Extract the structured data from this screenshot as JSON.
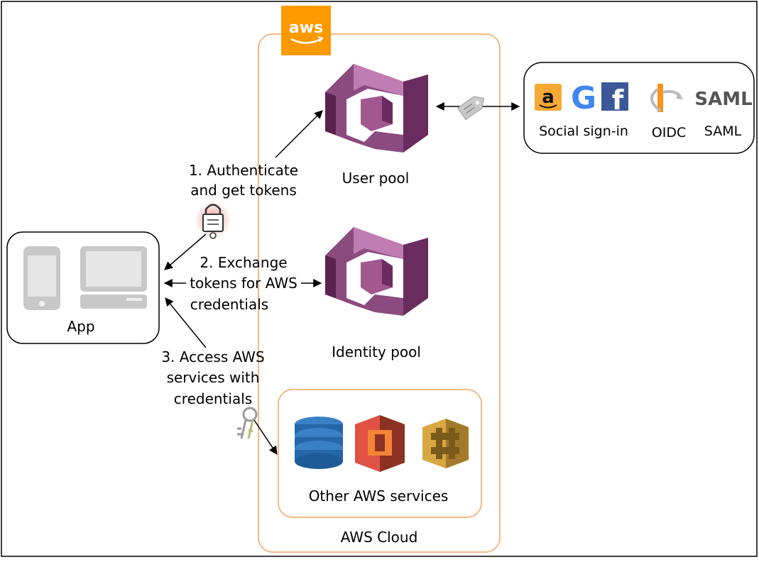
{
  "cloud": {
    "logo_text": "aws",
    "label": "AWS Cloud"
  },
  "user_pool": {
    "label": "User pool"
  },
  "identity_pool": {
    "label": "Identity pool"
  },
  "app": {
    "label": "App"
  },
  "steps": {
    "step1": [
      "1. Authenticate",
      "and get tokens"
    ],
    "step2": [
      "2. Exchange",
      "tokens for AWS",
      "credentials"
    ],
    "step3": [
      "3. Access AWS",
      "services with",
      "credentials"
    ]
  },
  "providers": {
    "social_label": "Social sign-in",
    "oidc_label": "OIDC",
    "saml_label": "SAML",
    "saml_logo_text": "SAML",
    "amazon_logo_text": "a",
    "google_logo_text": "G",
    "facebook_logo_text": "f"
  },
  "services": {
    "label": "Other AWS services"
  },
  "colors": {
    "aws_orange": "#f90",
    "cognito_purple": "#7b3f6e",
    "dynamodb_blue": "#2d72b8",
    "s3_red": "#e05243",
    "appsync_gold": "#d9a741",
    "google_blue": "#4285f4",
    "facebook_blue": "#3b5998"
  },
  "icons": [
    "aws-logo-icon",
    "cognito-user-pool-icon",
    "cognito-identity-pool-icon",
    "token-tag-icon",
    "padlock-icon",
    "keys-icon",
    "phone-icon",
    "laptop-icon",
    "amazon-icon",
    "google-icon",
    "facebook-icon",
    "openid-icon",
    "saml-icon",
    "dynamodb-icon",
    "s3-icon",
    "appsync-icon"
  ]
}
